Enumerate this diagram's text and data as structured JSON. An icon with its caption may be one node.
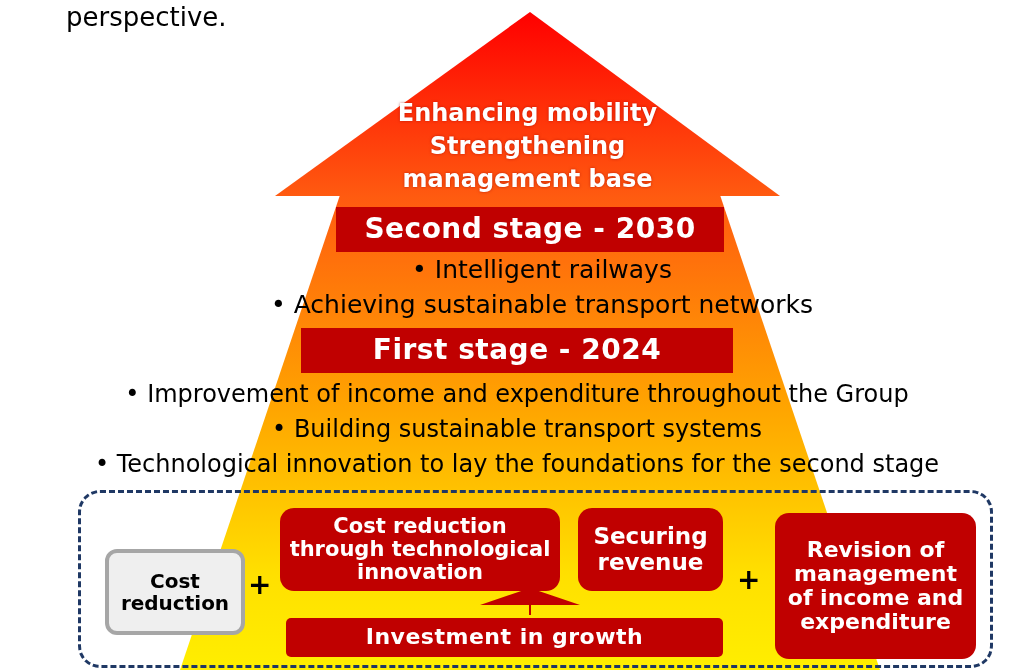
{
  "diagram": {
    "nodes": [
      {
        "text": [
          "Enhancing mobility",
          "Strengthening management base"
        ]
      },
      {
        "text": [
          "Second stage - 2030"
        ],
        "beside": [
          "• Intelligent railways",
          "• Achieving sustainable transport networks"
        ]
      },
      {
        "text": [
          "First stage - 2024"
        ],
        "beside": [
          "• Improvement of income and expenditure throughout the Group",
          "• Building sustainable transport systems",
          "• Technological innovation to lay the foundations for the second stage"
        ]
      },
      {
        "text": [],
        "shape": "box"
      },
      {
        "text": [
          "Cost reduction"
        ],
        "in": 3
      },
      {
        "text": [
          "Cost reduction through technological innovation"
        ],
        "in": 3
      },
      {
        "text": [
          "Securing revenue"
        ],
        "in": 3
      },
      {
        "text": [
          "Investment in growth"
        ],
        "in": 3
      },
      {
        "text": [
          "Revision of management of income and expenditure"
        ],
        "in": 3
      }
    ],
    "edges": [
      {
        "from": 7,
        "to": 5,
        "arrow": "to"
      }
    ],
    "labels": [
      "perspective.",
      "+",
      "+"
    ]
  }
}
